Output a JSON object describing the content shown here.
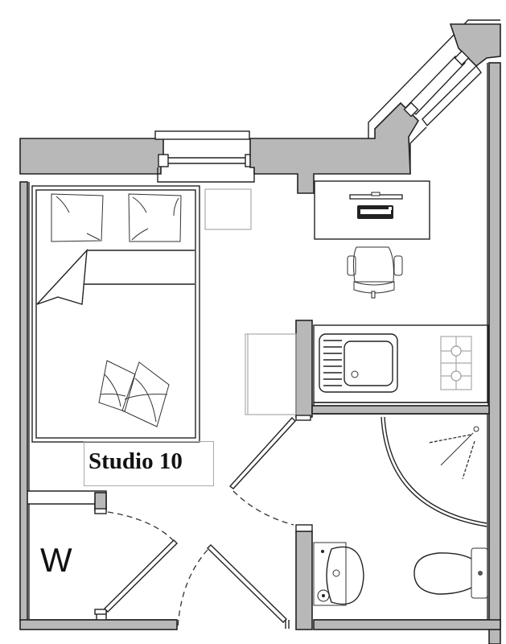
{
  "plan": {
    "title": "Studio 10",
    "rooms": [
      {
        "id": "main-room",
        "label": "Studio 10",
        "contains": [
          "double-bed",
          "bedside-table",
          "desk",
          "office-chair",
          "kitchenette"
        ]
      },
      {
        "id": "wardrobe",
        "label": "W"
      },
      {
        "id": "bathroom",
        "label": "",
        "contains": [
          "shower",
          "washbasin",
          "toilet"
        ]
      }
    ],
    "fixtures": [
      "double-bed",
      "pillow",
      "pillow",
      "cushion",
      "cushion",
      "bedside-table",
      "desk",
      "monitor",
      "keyboard",
      "office-chair",
      "sink-with-drainer",
      "two-burner-hob",
      "fridge",
      "quarter-round-shower",
      "washbasin",
      "toilet"
    ],
    "doors": [
      "wardrobe-door",
      "entrance-door",
      "bathroom-door"
    ],
    "windows": [
      "top-window",
      "angled-window"
    ]
  },
  "colors": {
    "wall_fill": "#b8b8b8",
    "line": "#222222",
    "background": "#ffffff"
  }
}
